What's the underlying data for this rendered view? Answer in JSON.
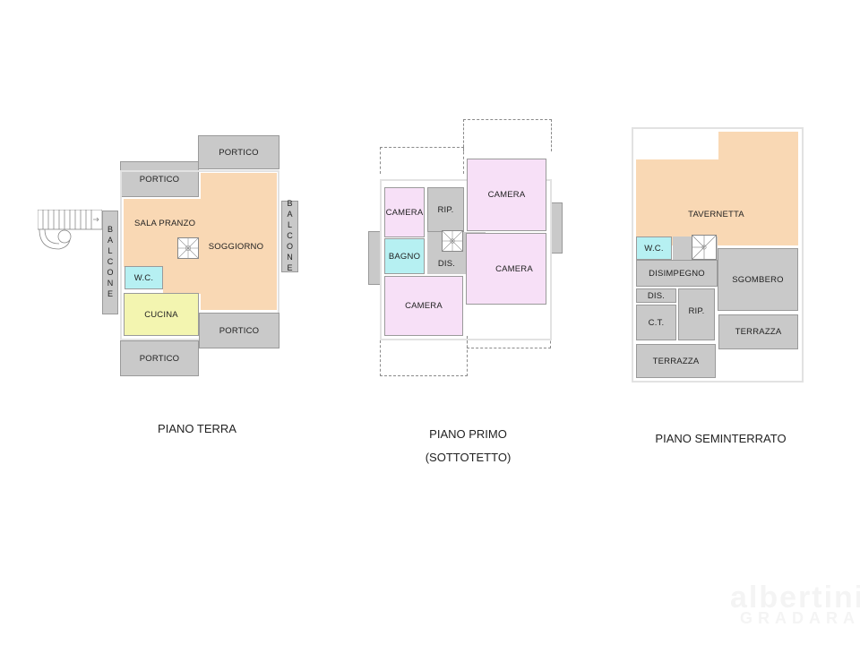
{
  "colors": {
    "living": "#f9d8b4",
    "bath": "#b6f0f2",
    "kitchen": "#f3f5b0",
    "bedroom": "#f7e0f7",
    "service": "#c9c9c9",
    "outdoor": "#c9c9c9"
  },
  "plans": [
    {
      "title": "PIANO TERRA",
      "rooms": {
        "portico_top_left": "PORTICO",
        "portico_top_right": "PORTICO",
        "sala_pranzo": "SALA PRANZO",
        "soggiorno": "SOGGIORNO",
        "wc": "W.C.",
        "cucina": "CUCINA",
        "portico_bottom_right": "PORTICO",
        "portico_bottom_left": "PORTICO",
        "balcone_left": "BALCONE",
        "balcone_right": "BALCONE"
      }
    },
    {
      "title": "PIANO PRIMO",
      "subtitle": "(SOTTOTETTO)",
      "rooms": {
        "camera_top_left": "CAMERA",
        "rip": "RIP.",
        "camera_top_right": "CAMERA",
        "bagno": "BAGNO",
        "dis": "DIS.",
        "camera_right": "CAMERA",
        "camera_bottom_left": "CAMERA"
      }
    },
    {
      "title": "PIANO SEMINTERRATO",
      "rooms": {
        "tavernetta": "TAVERNETTA",
        "wc": "W.C.",
        "disimpegno": "DISIMPEGNO",
        "sgombero": "SGOMBERO",
        "dis": "DIS.",
        "ct": "C.T.",
        "rip": "RIP.",
        "terrazza_right": "TERRAZZA",
        "terrazza_left": "TERRAZZA"
      }
    }
  ],
  "watermark": {
    "line1": "albertini",
    "line2": "GRADARA"
  }
}
